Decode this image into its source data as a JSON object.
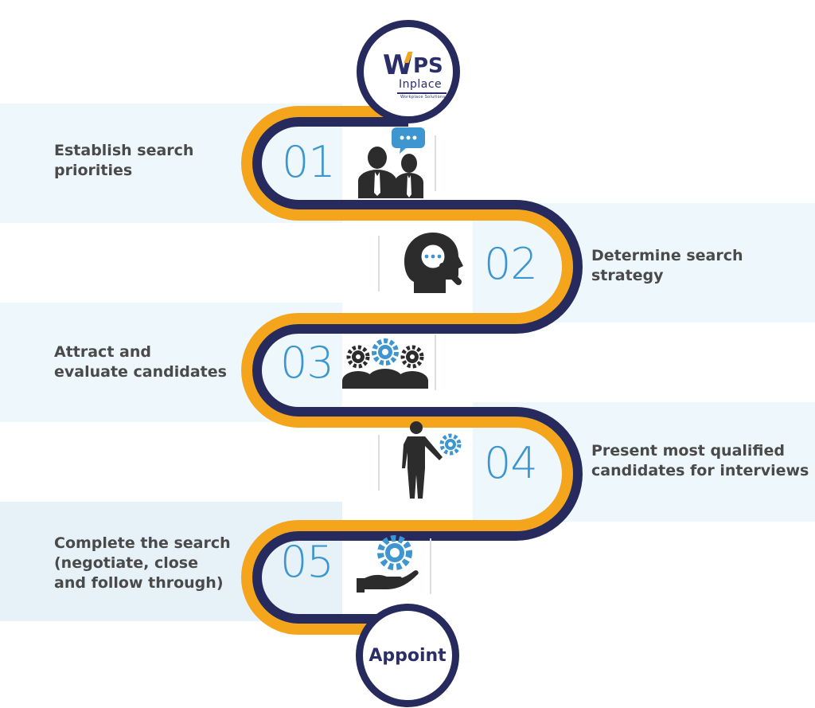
{
  "logo": {
    "mark": "W",
    "name": "PS",
    "sub": "Inplace",
    "tagline": "Workplace Solutions",
    "accent_color": "#f4a51c",
    "brand_color": "#2b2f69"
  },
  "colors": {
    "path_orange": "#f4a51c",
    "path_navy": "#262a5c",
    "number_blue": "#3d96cf",
    "band": "#eef7fb",
    "icon_dark": "#2c2c2c",
    "icon_blue": "#3d96cf"
  },
  "steps": [
    {
      "number": "01",
      "text": "Establish search\npriorities",
      "icon": "business-meeting-chat-icon"
    },
    {
      "number": "02",
      "text": "Determine search\nstrategy",
      "icon": "head-magnifier-icon"
    },
    {
      "number": "03",
      "text": "Attract and\nevaluate candidates",
      "icon": "team-gears-icon"
    },
    {
      "number": "04",
      "text": "Present most qualified\ncandidates for interviews",
      "icon": "presenter-gear-icon"
    },
    {
      "number": "05",
      "text": "Complete the search\n(negotiate, close\nand follow through)",
      "icon": "hand-gear-icon"
    }
  ],
  "end": {
    "label": "Appoint"
  }
}
